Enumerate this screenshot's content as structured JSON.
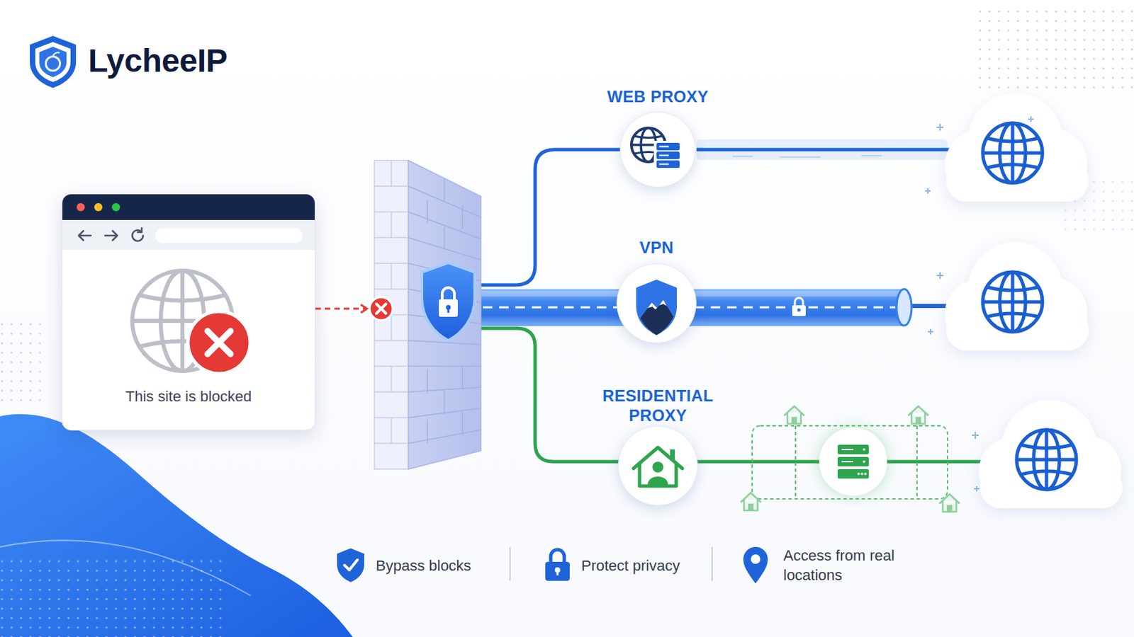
{
  "diagram": {
    "nodes": [
      {
        "text": [
          "This site is blocked"
        ]
      },
      {
        "text": [
          "WEB PROXY"
        ]
      },
      {
        "text": [
          "VPN"
        ]
      },
      {
        "text": [
          "RESIDENTIAL PROXY"
        ]
      }
    ],
    "labels": [
      "LycheeIP",
      "Bypass blocks",
      "Protect privacy",
      "Access from real locations"
    ]
  }
}
